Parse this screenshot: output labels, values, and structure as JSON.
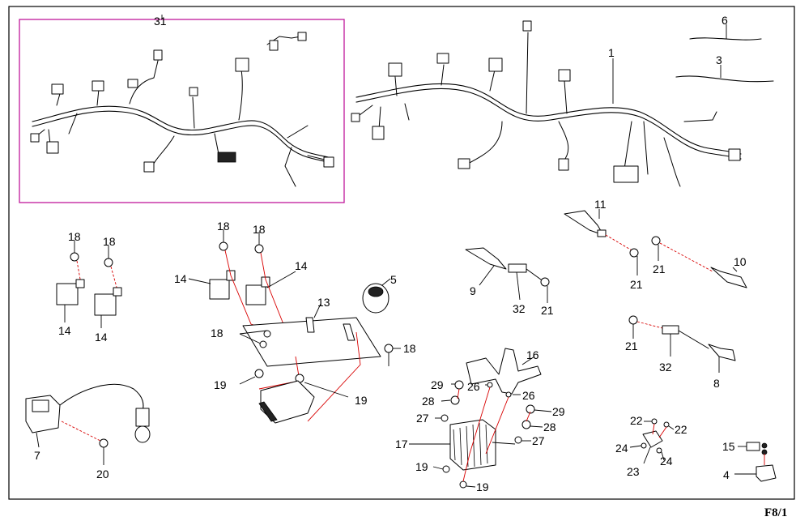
{
  "page_code": "F8/1",
  "callouts": {
    "c31": "31",
    "c1": "1",
    "c6": "6",
    "c3": "3",
    "c11": "11",
    "c10": "10",
    "c21a": "21",
    "c21b": "21",
    "c21c": "21",
    "c21d": "21",
    "c9": "9",
    "c32a": "32",
    "c32b": "32",
    "c8": "8",
    "c18a": "18",
    "c18b": "18",
    "c18c": "18",
    "c18d": "18",
    "c18e": "18",
    "c18f": "18",
    "c14a": "14",
    "c14b": "14",
    "c14c": "14",
    "c14d": "14",
    "c13": "13",
    "c5": "5",
    "c19a": "19",
    "c19b": "19",
    "c19c": "19",
    "c19d": "19",
    "c16": "16",
    "c29a": "29",
    "c29b": "29",
    "c26a": "26",
    "c26b": "26",
    "c28a": "28",
    "c28b": "28",
    "c27a": "27",
    "c27b": "27",
    "c17": "17",
    "c7": "7",
    "c20": "20",
    "c22a": "22",
    "c22b": "22",
    "c24a": "24",
    "c24b": "24",
    "c23": "23",
    "c15": "15",
    "c4": "4"
  }
}
